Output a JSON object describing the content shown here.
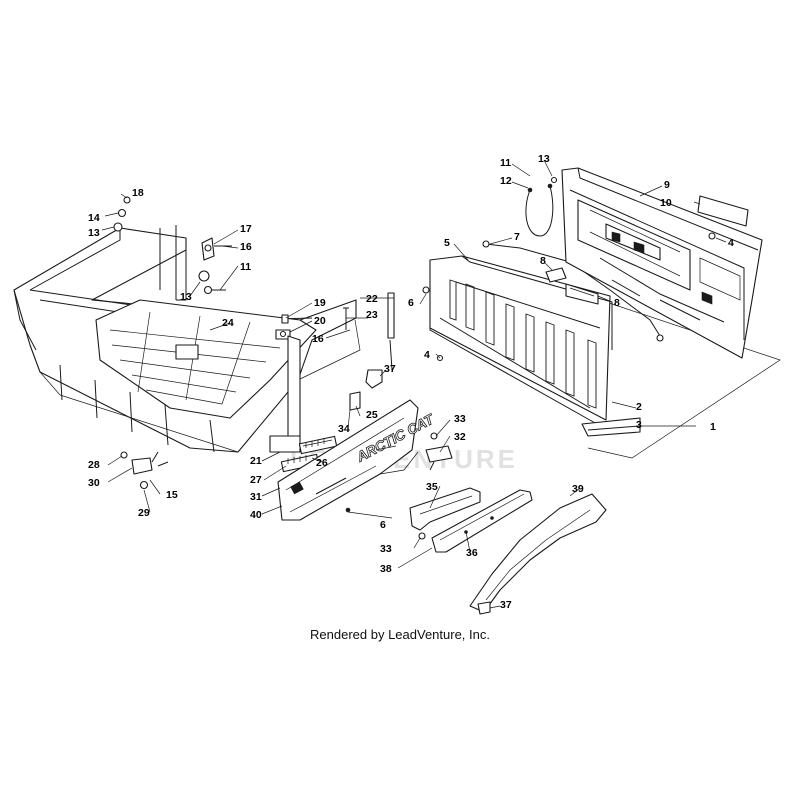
{
  "watermark": "LEADVENTURE",
  "decal_text": "ARCTIC CAT",
  "footer": "Rendered by LeadVenture, Inc.",
  "callouts": {
    "c1": "1",
    "c2": "2",
    "c3": "3",
    "c4a": "4",
    "c4b": "4",
    "c5": "5",
    "c6a": "6",
    "c6b": "6",
    "c7": "7",
    "c8a": "8",
    "c8b": "8",
    "c9": "9",
    "c10": "10",
    "c11a": "11",
    "c11b": "11",
    "c12": "12",
    "c13a": "13",
    "c13b": "13",
    "c13c": "13",
    "c14": "14",
    "c15": "15",
    "c16a": "16",
    "c16b": "16",
    "c17": "17",
    "c18": "18",
    "c19": "19",
    "c20": "20",
    "c21": "21",
    "c22": "22",
    "c23": "23",
    "c24": "24",
    "c25": "25",
    "c26": "26",
    "c27": "27",
    "c28": "28",
    "c29": "29",
    "c30": "30",
    "c31": "31",
    "c32": "32",
    "c33a": "33",
    "c33b": "33",
    "c34": "34",
    "c35": "35",
    "c36": "36",
    "c37a": "37",
    "c37b": "37",
    "c38": "38",
    "c39": "39",
    "c40": "40"
  }
}
